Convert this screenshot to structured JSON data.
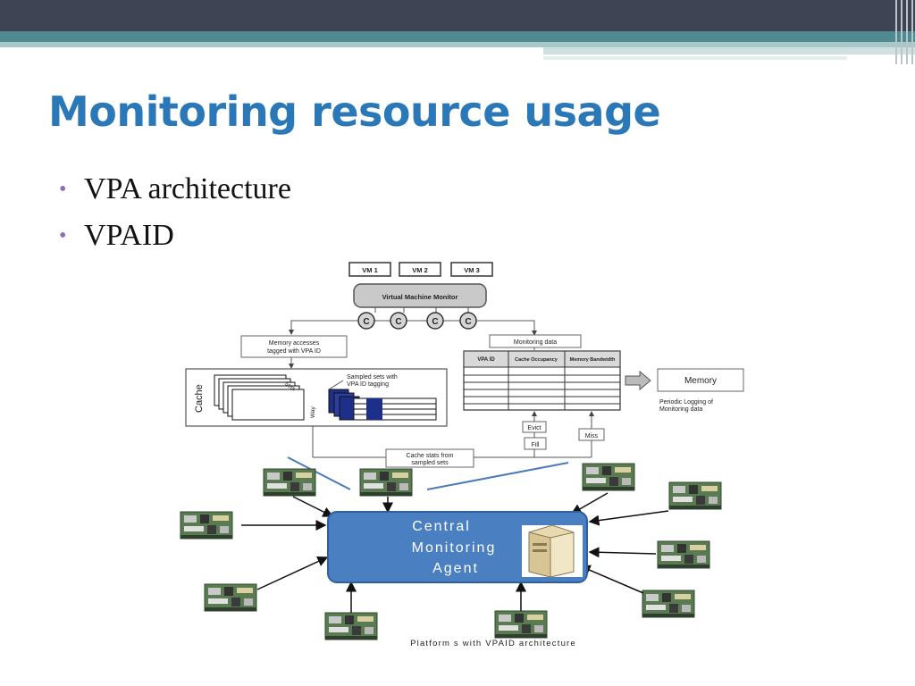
{
  "slide": {
    "title": "Monitoring resource usage",
    "bullets": [
      "VPA architecture",
      "VPAID"
    ]
  },
  "diagram": {
    "vms": [
      "VM 1",
      "VM 2",
      "VM 3"
    ],
    "vmm": "Virtual Machine Monitor",
    "core_label": "C",
    "mem_tag": [
      "Memory accesses",
      "tagged with VPA ID"
    ],
    "cache_label": "Cache",
    "sets_label": "Sets",
    "way_label": "Way",
    "sampled": [
      "Sampled sets with",
      "VPA ID tagging"
    ],
    "monitoring_data": "Monitoring data",
    "table_headers": [
      "VPA ID",
      "Cache Occupancy",
      "Memory Bandwidth"
    ],
    "memory": "Memory",
    "periodic": [
      "Periodic Logging of",
      "Monitoring data"
    ],
    "evict": "Evict",
    "fill": "Fill",
    "miss": "Miss",
    "cache_stats": [
      "Cache stats from",
      "sampled sets"
    ],
    "central": [
      "Central",
      "Monitoring",
      "Agent"
    ],
    "platforms_caption": "Platform s with VPAID architecture"
  }
}
